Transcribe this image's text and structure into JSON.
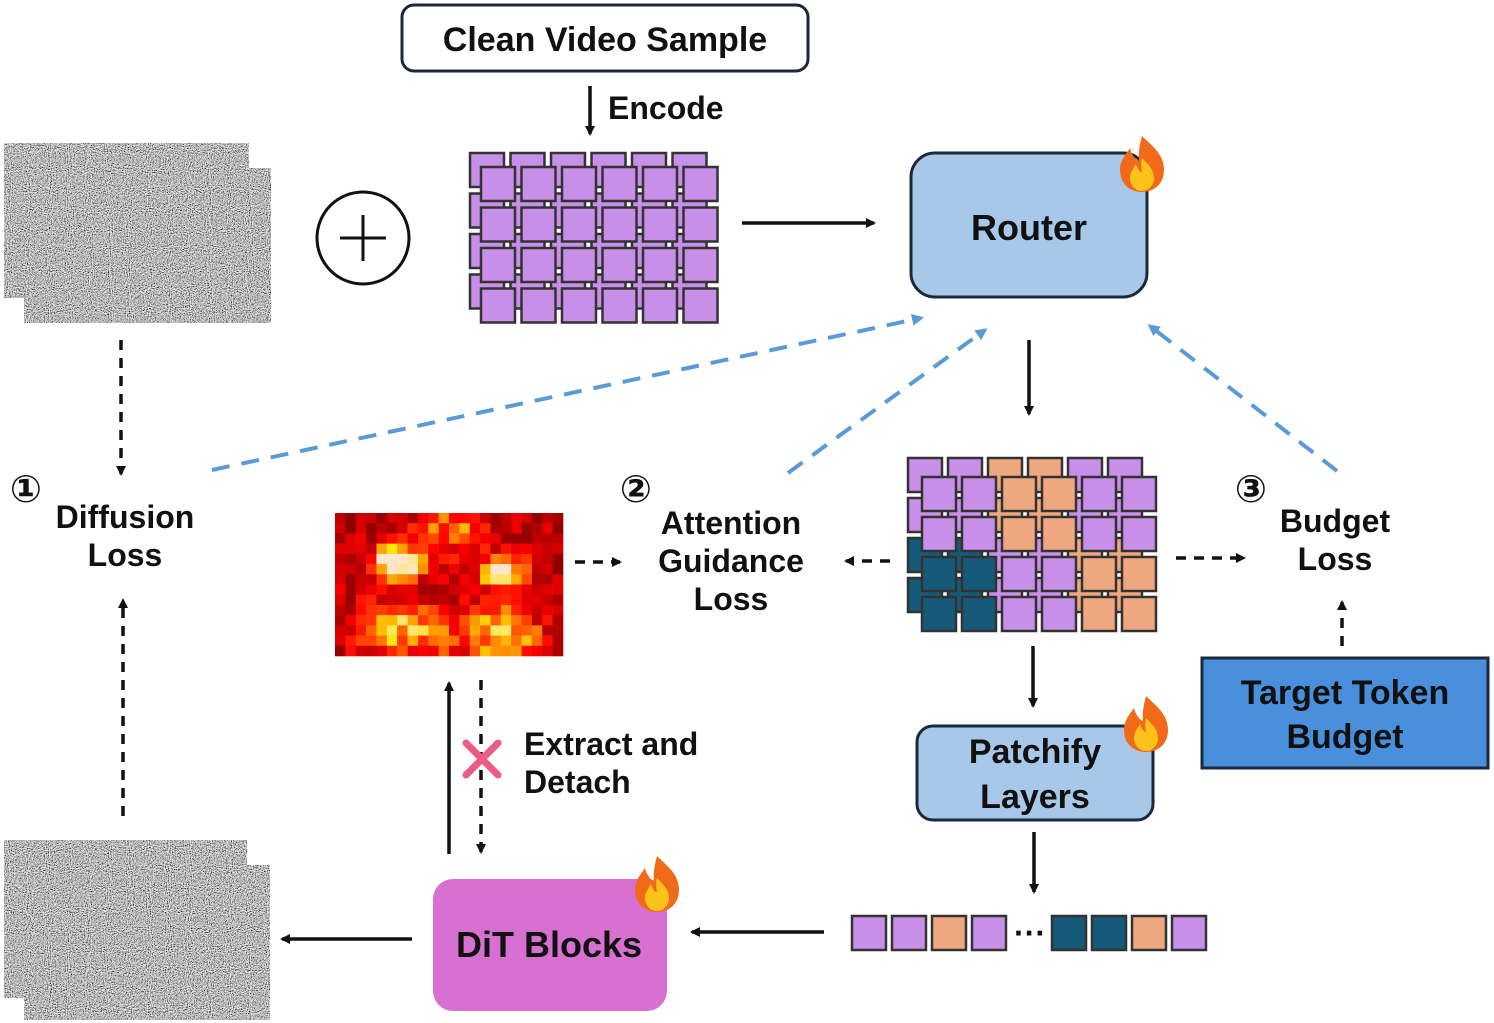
{
  "labels": {
    "clean_video_sample": "Clean Video Sample",
    "encode": "Encode",
    "router": "Router",
    "diffusion_loss": {
      "number": "①",
      "line1": "Diffusion",
      "line2": "Loss"
    },
    "attention_guidance_loss": {
      "number": "②",
      "line1": "Attention",
      "line2": "Guidance",
      "line3": "Loss"
    },
    "budget_loss": {
      "number": "③",
      "line1": "Budget",
      "line2": "Loss"
    },
    "target_token_budget": {
      "line1": "Target Token",
      "line2": "Budget"
    },
    "patchify_layers": {
      "line1": "Patchify",
      "line2": "Layers"
    },
    "extract_and_detach": {
      "line1": "Extract and",
      "line2": "Detach"
    },
    "dit_blocks": "DiT Blocks",
    "ellipsis": "···"
  },
  "icons": {
    "add": "circle-plus-icon",
    "trainable": "fire-icon",
    "detach": "cross-icon"
  },
  "colors": {
    "token_purple": "#c78fe8",
    "token_orange": "#efa77f",
    "token_teal": "#165a7a",
    "router_fill": "#a8c8ea",
    "patchify_fill": "#a8c8ea",
    "target_budget_fill": "#4a8fdc",
    "dit_fill": "#d770d0",
    "guidance_arrow": "#5b9bd5",
    "cross": "#ec5b84"
  }
}
